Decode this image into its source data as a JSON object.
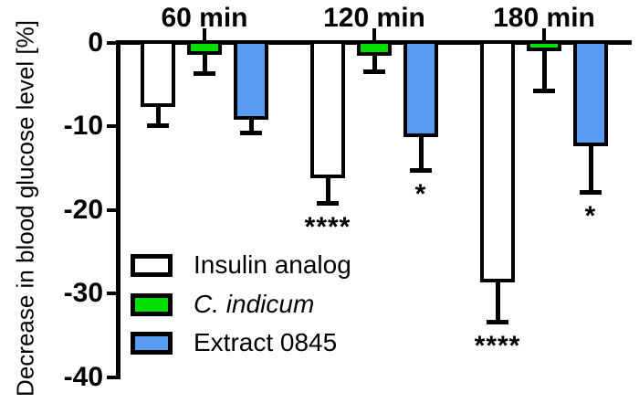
{
  "y_axis": {
    "title": "Decrease in blood glucose level [%]",
    "tick_labels": [
      "0",
      "-10",
      "-20",
      "-30",
      "-40"
    ],
    "tick_values": [
      0,
      -10,
      -20,
      -30,
      -40
    ],
    "range": [
      0,
      -40
    ]
  },
  "groups": [
    "60 min",
    "120 min",
    "180 min"
  ],
  "legend": [
    {
      "label": "Insulin analog",
      "color": "#ffffff",
      "italic": false
    },
    {
      "label": "C. indicum",
      "color": "#00DF00",
      "italic": true
    },
    {
      "label": "Extract 0845",
      "color": "#589BF2",
      "italic": false
    }
  ],
  "colors": {
    "insulin_analog": "#ffffff",
    "c_indicum": "#00DF00",
    "extract_0845": "#589BF2",
    "outline": "#000000",
    "background": "#ffffff"
  },
  "chart_data": {
    "type": "bar",
    "categories": [
      "60 min",
      "120 min",
      "180 min"
    ],
    "series": [
      {
        "name": "Insulin analog",
        "color": "#ffffff",
        "values": [
          -7.5,
          -16.0,
          -28.5
        ],
        "error_to": [
          -9.9,
          -19.2,
          -33.4
        ],
        "significance": [
          "",
          "****",
          "****"
        ]
      },
      {
        "name": "C. indicum",
        "color": "#00DF00",
        "values": [
          -1.3,
          -1.4,
          -0.8
        ],
        "error_to": [
          -3.7,
          -3.5,
          -5.8
        ],
        "significance": [
          "",
          "",
          ""
        ]
      },
      {
        "name": "Extract 0845",
        "color": "#589BF2",
        "values": [
          -9.0,
          -11.1,
          -12.2
        ],
        "error_to": [
          -10.8,
          -15.3,
          -17.9
        ],
        "significance": [
          "",
          "*",
          "*"
        ]
      }
    ],
    "title": "",
    "xlabel": "",
    "ylabel": "Decrease in blood glucose level [%]",
    "ylim": [
      0,
      -40
    ],
    "error_bars": "downward only, with end caps",
    "grid": false,
    "legend_position": "inside bottom-left"
  }
}
